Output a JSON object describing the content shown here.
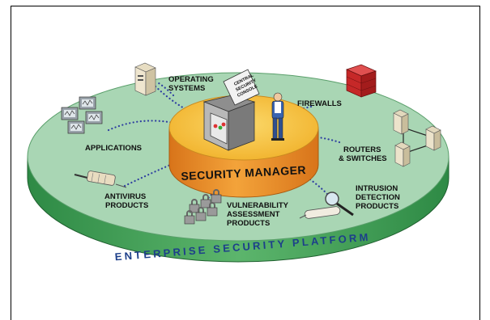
{
  "diagram": {
    "platform_label": "ENTERPRISE SECURITY PLATFORM",
    "center_label": "SECURITY MANAGER",
    "console_label": [
      "CENTRAL",
      "SECURITY",
      "CONSOLE"
    ],
    "nodes": {
      "operating_systems": [
        "OPERATING",
        "SYSTEMS"
      ],
      "firewalls": [
        "FIREWALLS"
      ],
      "applications": [
        "APPLICATIONS"
      ],
      "routers_switches": [
        "ROUTERS",
        "& SWITCHES"
      ],
      "intrusion_detection": [
        "INTRUSION",
        "DETECTION",
        "PRODUCTS"
      ],
      "antivirus": [
        "ANTIVIRUS",
        "PRODUCTS"
      ],
      "vulnerability": [
        "VULNERABILITY",
        "ASSESSMENT",
        "PRODUCTS"
      ]
    },
    "colors": {
      "platform_top": "#a9d6b4",
      "platform_side": "#3f9e55",
      "manager_top": "#f6c23e",
      "manager_side": "#e98a1c",
      "dots": "#2f3fa0",
      "platform_text": "#1d3f8a"
    }
  }
}
